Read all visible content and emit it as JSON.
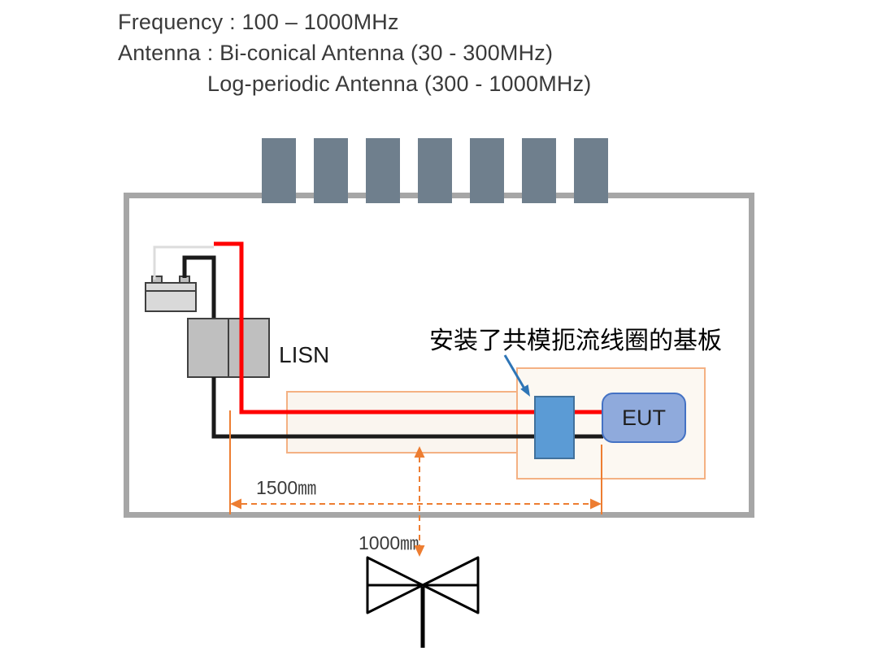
{
  "title_block": {
    "frequency": "Frequency : 100 – 1000MHz",
    "antenna_line1": "Antenna : Bi-conical Antenna (30 - 300MHz)",
    "antenna_line2": "Log-periodic Antenna (300 - 1000MHz)"
  },
  "labels": {
    "lisn": "LISN",
    "eut": "EUT",
    "choke_board": "安装了共模扼流线圈的基板",
    "dim_width": "1500㎜",
    "dim_height": "1000㎜"
  },
  "icons": {
    "absorber_tiles": "ferrite-absorber-row",
    "antenna": "biconical-antenna-icon",
    "annotation_arrow": "blue-pointer-arrow",
    "dim_width_arrow": "horizontal-double-arrow",
    "dim_height_arrow": "vertical-double-arrow"
  },
  "colors": {
    "chamber_border": "#a6a6a6",
    "absorber_fill": "#6f7f8d",
    "wire_red": "#ff0000",
    "wire_black": "#1a1a1a",
    "wire_white": "#dcdcdc",
    "dimension_orange": "#ed7d31",
    "area_border_orange": "#f4b183",
    "choke_fill": "#5b9bd5",
    "choke_border": "#41719c",
    "eut_fill": "#8faadc",
    "eut_border": "#4472c4",
    "annotation_blue": "#2e75b6",
    "equipment_gray": "#bfbfbf"
  }
}
